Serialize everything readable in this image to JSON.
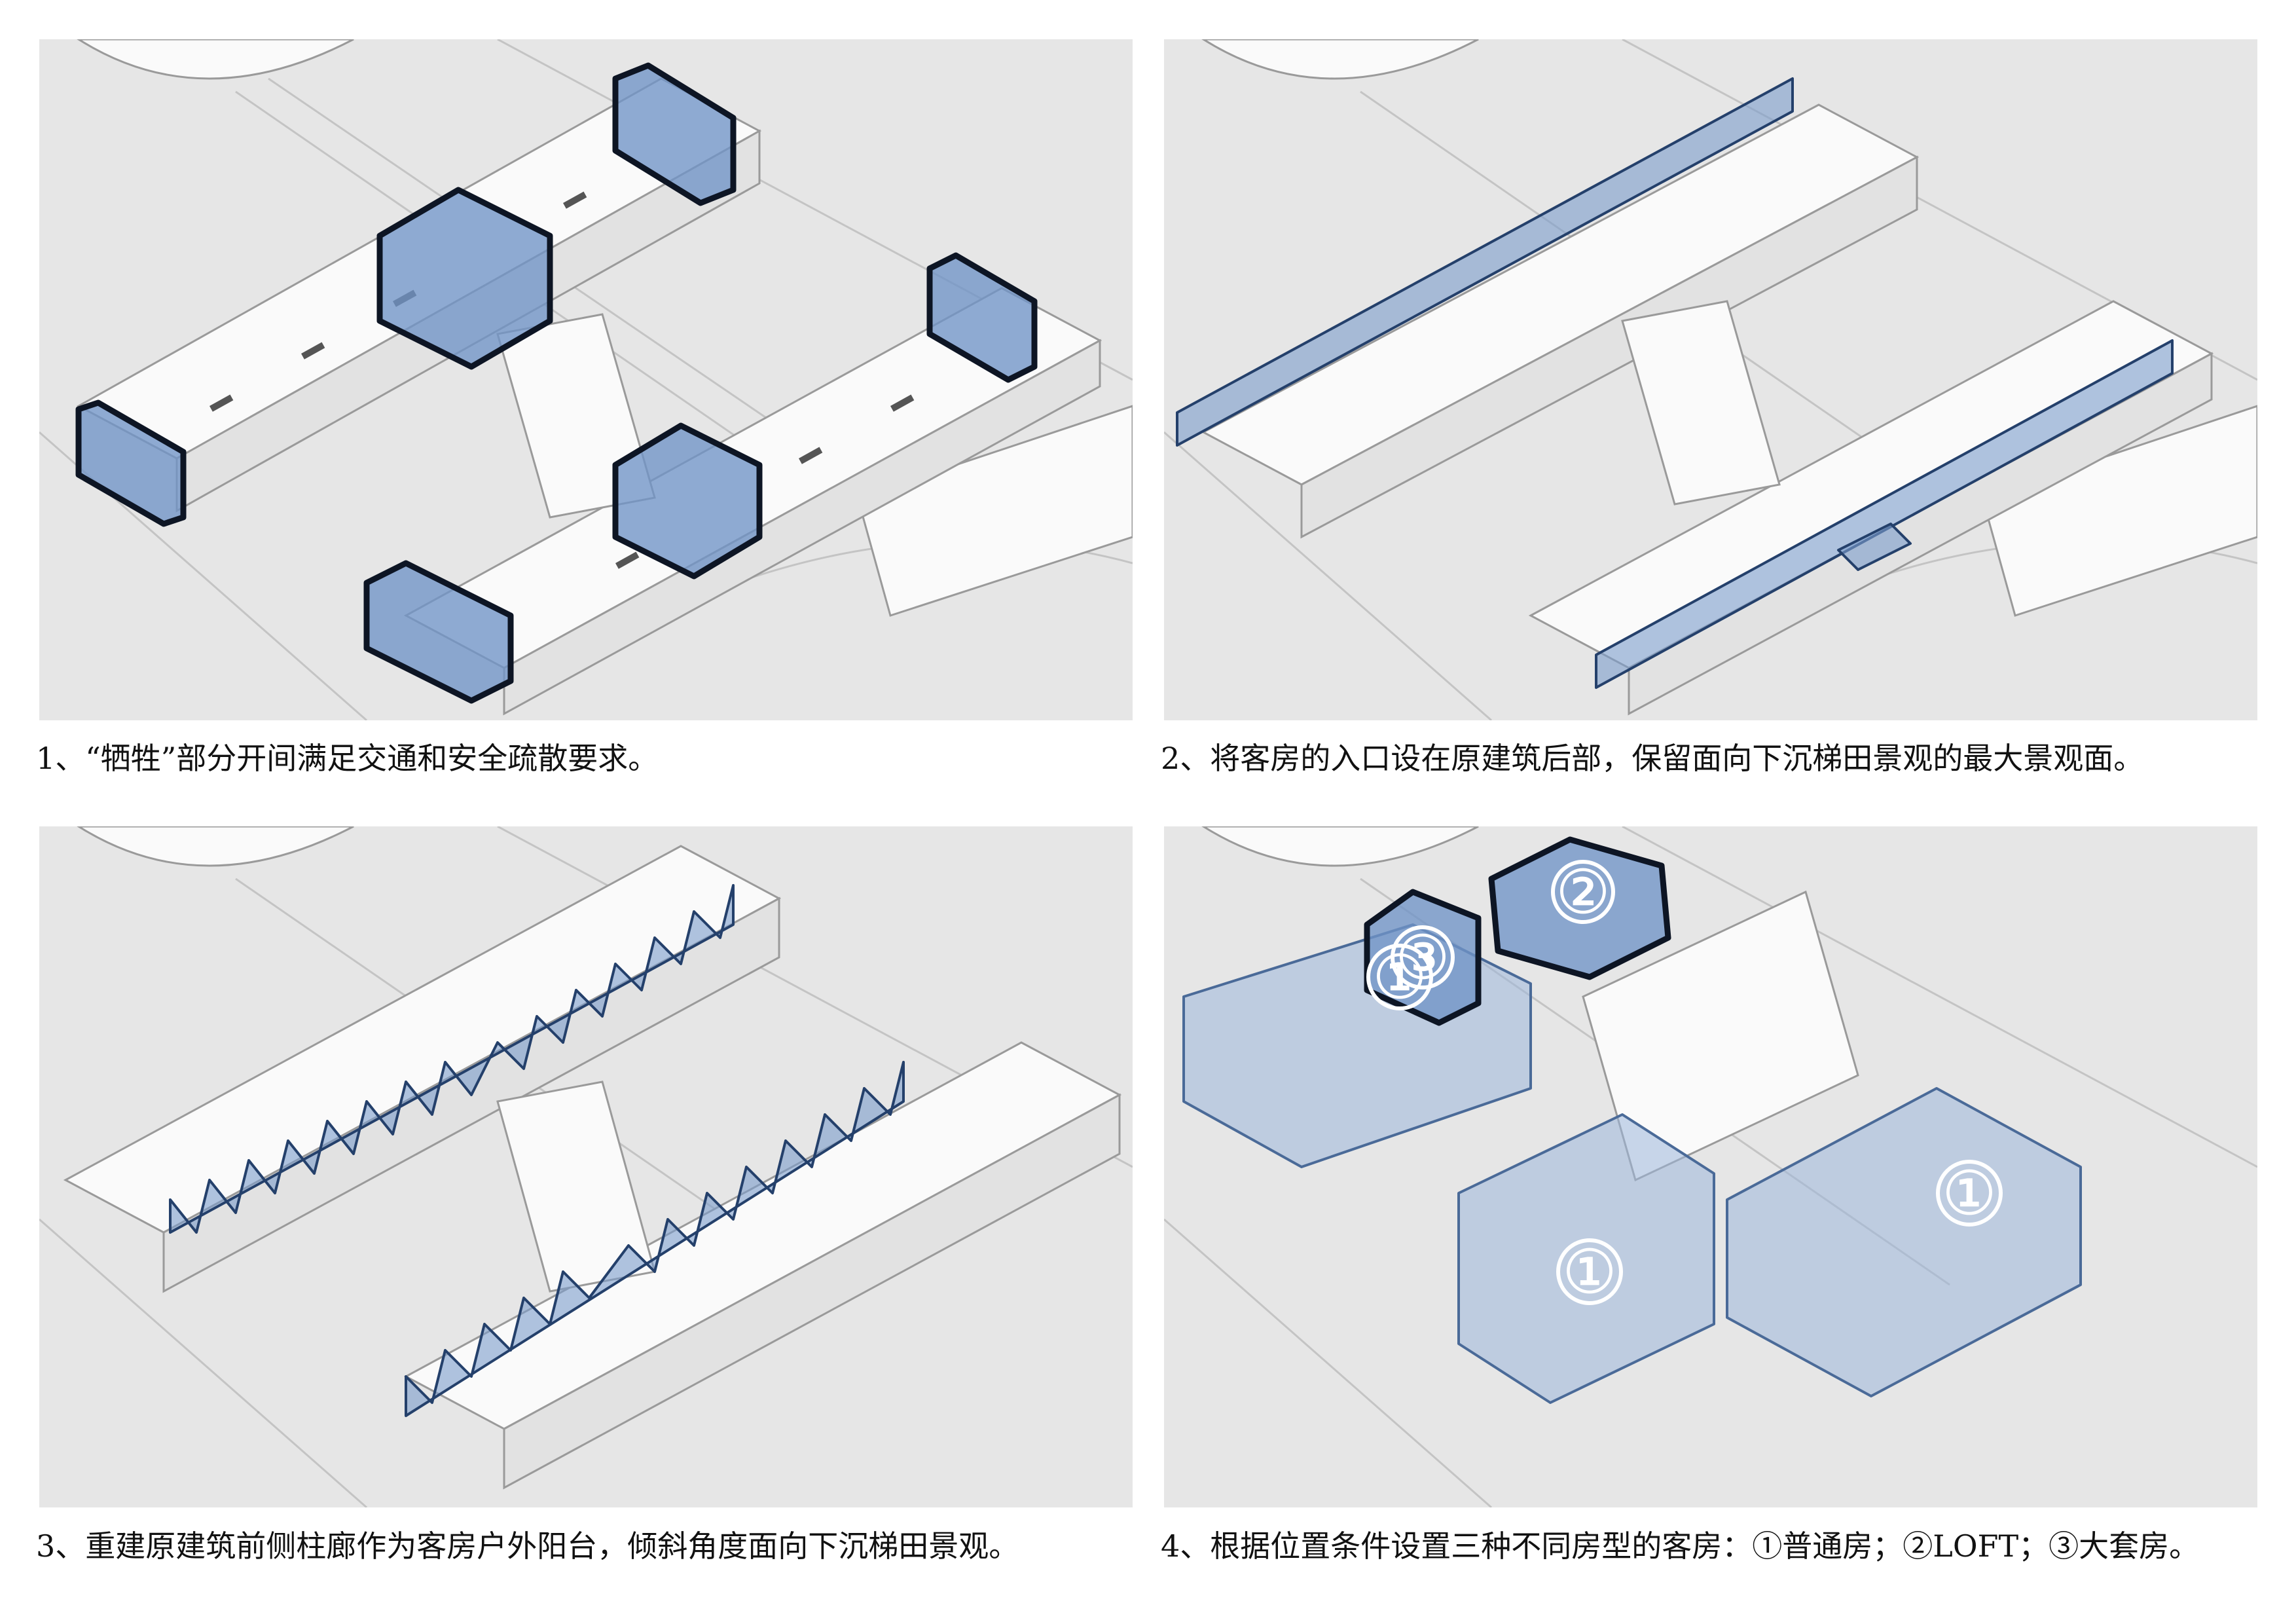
{
  "captions": {
    "c1": "1、“牺牲”部分开间满足交通和安全疏散要求。",
    "c2": "2、将客房的入口设在原建筑后部，保留面向下沉梯田景观的最大景观面。",
    "c3": "3、重建原建筑前侧柱廊作为客房户外阳台，倾斜角度面向下沉梯田景观。",
    "c4": "4、根据位置条件设置三种不同房型的客房：①普通房；②LOFT；③大套房。"
  },
  "labels": {
    "room_type_1": "①",
    "room_type_2": "②",
    "room_type_3": "③"
  },
  "colors": {
    "highlight_fill": "#6f93c6",
    "highlight_stroke": "#0d1524",
    "model_white": "#fafafa",
    "background": "#f3f3f3"
  }
}
